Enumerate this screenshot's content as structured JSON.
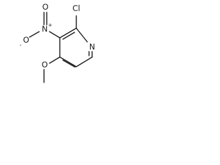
{
  "structure": {
    "atoms": {
      "cl": "Cl",
      "n_ring": "N",
      "n_nitro": "N",
      "n_nitro_charge": "+",
      "o_nitro_top": "O",
      "o_nitro_left": "O",
      "o_nitro_left_charge": "-",
      "o_methoxy": "O"
    }
  }
}
